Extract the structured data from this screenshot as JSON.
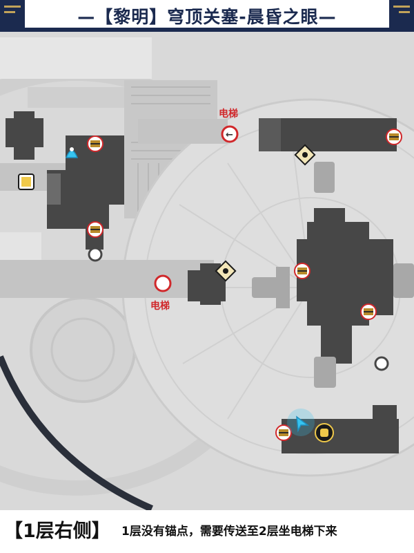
{
  "header": {
    "title": "—【黎明】穹顶关塞-晨昏之眼—"
  },
  "map": {
    "elevator_labels": [
      "电梯",
      "电梯"
    ]
  },
  "caption": {
    "main": "【1层右侧】",
    "sub": "1层没有锚点，需要传送至2层坐电梯下来"
  },
  "colors": {
    "accent_gold": "#c2a35a",
    "header_navy": "#1b2a4f",
    "elevator_red": "#d0282b",
    "room_dark": "#4a4a4a",
    "floor_bg": "#dcdcdc",
    "waypoint_cyan": "#36c4f0"
  },
  "legend_icons": [
    "treasure-chest-icon",
    "puzzle-piece-icon",
    "warp-node-icon",
    "hand-interact-icon",
    "space-anchor-icon",
    "player-arrow-icon"
  ]
}
